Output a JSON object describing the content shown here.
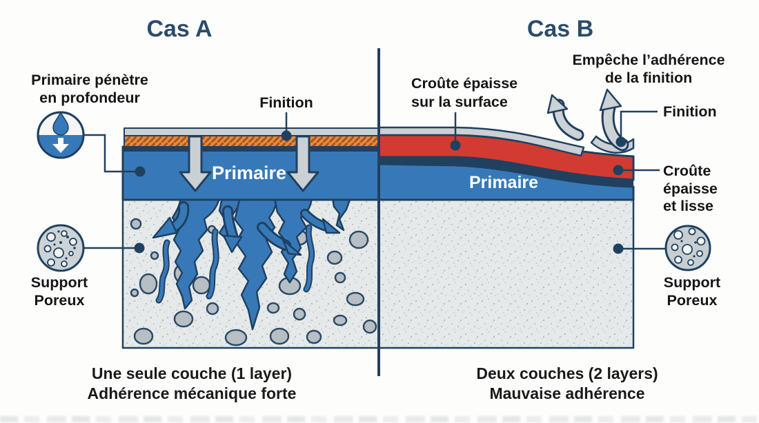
{
  "colors": {
    "title": "#2b4c6b",
    "outline_navy": "#20405f",
    "primer_blue": "#3779b8",
    "finish_gray": "#cbd0d4",
    "crust_red": "#d23b31",
    "finish_orange": "#e9893c",
    "support_gray": "#e6e9e9",
    "pebble_gray": "#b7bfc5"
  },
  "icons": {
    "droplet_penetration": "droplet-penetration-icon",
    "porous_structure_left": "porous-structure-icon",
    "porous_structure_right": "porous-structure-icon"
  },
  "case_a": {
    "title": "Cas A",
    "labels": {
      "penetrate_line1": "Primaire pénètre",
      "penetrate_line2": "en profondeur",
      "finition": "Finition",
      "primaire": "Primaire",
      "support_line1": "Support",
      "support_line2": "Poreux"
    },
    "caption": {
      "line1": "Une seule couche (1 layer)",
      "line2": "Adhérence mécanique forte"
    }
  },
  "case_b": {
    "title": "Cas B",
    "labels": {
      "crust_top_line1": "Croûte épaisse",
      "crust_top_line2": "sur la surface",
      "prevents_line1": "Empêche l’adhérence",
      "prevents_line2": "de la finition",
      "finition": "Finition",
      "crust_side_line1": "Croûte",
      "crust_side_line2": "épaisse",
      "crust_side_line3": "et lisse",
      "primaire": "Primaire",
      "support_line1": "Support",
      "support_line2": "Poreux"
    },
    "caption": {
      "line1": "Deux couches (2 layers)",
      "line2": "Mauvaise adhérence"
    }
  }
}
